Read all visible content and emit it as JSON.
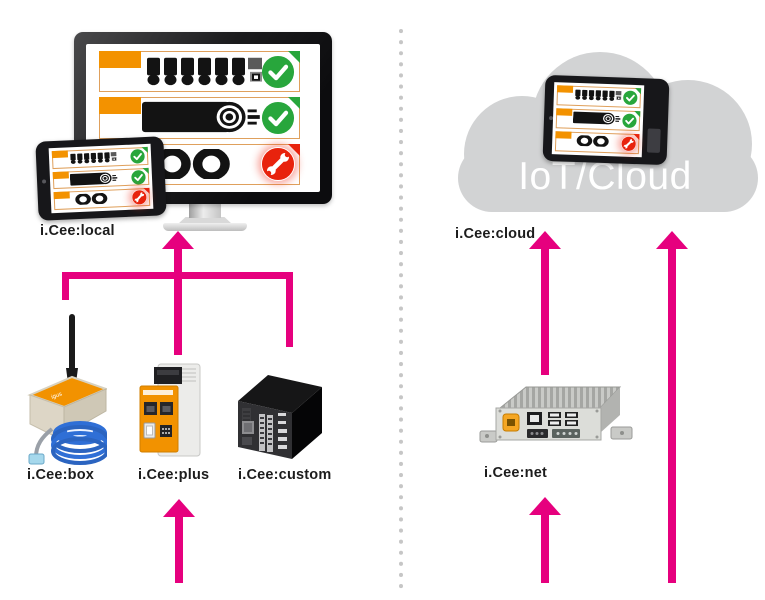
{
  "left_section": {
    "display": {
      "label": "i.Cee:local"
    },
    "devices": [
      {
        "id": "box",
        "label": "i.Cee:box"
      },
      {
        "id": "plus",
        "label": "i.Cee:plus"
      },
      {
        "id": "custom",
        "label": "i.Cee:custom"
      }
    ]
  },
  "right_section": {
    "cloud": {
      "title": "IoT/Cloud",
      "label": "i.Cee:cloud"
    },
    "device": {
      "id": "net",
      "label": "i.Cee:net"
    }
  },
  "dashboard_rows": [
    {
      "item": "chain",
      "component": "energy-chain",
      "status": "ok"
    },
    {
      "item": "cable",
      "component": "cable",
      "status": "ok"
    },
    {
      "item": "rings",
      "component": "bearing",
      "status": "service"
    }
  ],
  "colors": {
    "magenta": "#e6007e",
    "orange": "#f39200",
    "row_border": "#dfa05c",
    "green": "#28a63c",
    "red": "#e8230d",
    "cloud_gray": "#d2d3d4",
    "label_text": "#1c1c1c"
  }
}
